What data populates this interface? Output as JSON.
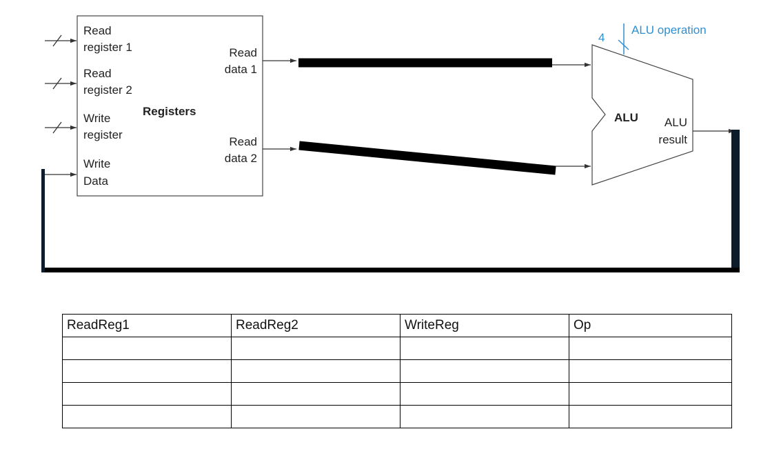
{
  "register_file": {
    "title": "Registers",
    "inputs": [
      {
        "line1": "Read",
        "line2": "register 1"
      },
      {
        "line1": "Read",
        "line2": "register 2"
      },
      {
        "line1": "Write",
        "line2": "register"
      },
      {
        "line1": "Write",
        "line2": "Data"
      }
    ],
    "outputs": [
      {
        "line1": "Read",
        "line2": "data 1"
      },
      {
        "line1": "Read",
        "line2": "data 2"
      }
    ]
  },
  "alu": {
    "title": "ALU",
    "control_width": "4",
    "control_label": "ALU operation",
    "output": {
      "line1": "ALU",
      "line2": "result"
    },
    "control_color": "#2f8fd0"
  },
  "table": {
    "headers": [
      "ReadReg1",
      "ReadReg2",
      "WriteReg",
      "Op"
    ],
    "rows": [
      [
        "",
        "",
        "",
        ""
      ],
      [
        "",
        "",
        "",
        ""
      ],
      [
        "",
        "",
        "",
        ""
      ],
      [
        "",
        "",
        "",
        ""
      ]
    ]
  }
}
